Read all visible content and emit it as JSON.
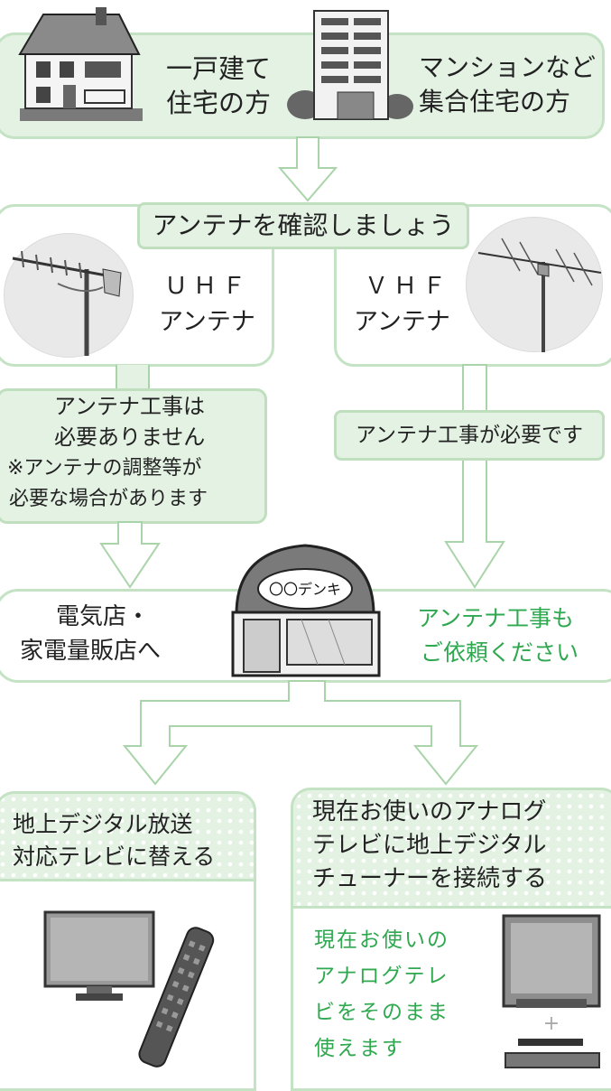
{
  "housing": {
    "detached_line1": "一戸建て",
    "detached_line2": "住宅の方",
    "apartment_line1": "マンションなど",
    "apartment_line2": "集合住宅の方"
  },
  "antenna_check": {
    "title": "アンテナを確認しましょう",
    "uhf_line1": "ＵＨＦ",
    "uhf_line2": "アンテナ",
    "vhf_line1": "ＶＨＦ",
    "vhf_line2": "アンテナ"
  },
  "uhf_result": {
    "line1": "アンテナ工事は",
    "line2": "必要ありません",
    "line3": "※アンテナの調整等が",
    "line4": "必要な場合があります"
  },
  "vhf_result": {
    "text": "アンテナ工事が必要です"
  },
  "store": {
    "line1": "電気店・",
    "line2": "家電量販店へ",
    "sign": "〇〇デンキ",
    "request_line1": "アンテナ工事も",
    "request_line2": "ご依頼ください"
  },
  "option_new_tv": {
    "line1": "地上デジタル放送",
    "line2": "対応テレビに替える"
  },
  "option_tuner": {
    "line1": "現在お使いのアナログ",
    "line2": "テレビに地上デジタル",
    "line3": "チューナーを接続する",
    "note_line1": "現在お使いの",
    "note_line2": "アナログテレ",
    "note_line3": "ビをそのまま",
    "note_line4": "使えます"
  },
  "colors": {
    "panel_fill": "#e4f2e4",
    "panel_border": "#c4e2c4",
    "accent_green": "#2fa84f"
  }
}
